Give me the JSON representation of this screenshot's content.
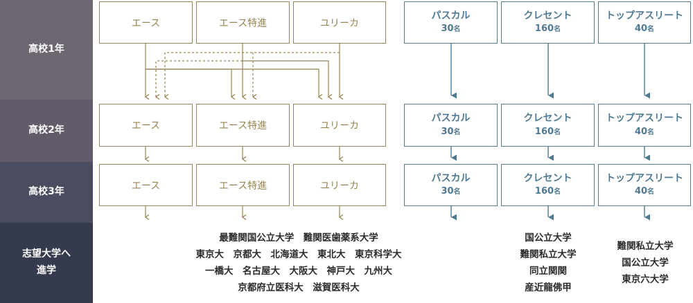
{
  "rows": {
    "year1": "高校1年",
    "year2": "高校2年",
    "year3": "高校3年",
    "dest": [
      "志望大学へ",
      "進学"
    ]
  },
  "courses": {
    "ace": "エース",
    "ace_tokushin": "エース特進",
    "eureka": "ユリーカ",
    "pascal": {
      "name": "パスカル",
      "cap": "30",
      "unit": "名"
    },
    "crescent": {
      "name": "クレセント",
      "cap": "160",
      "unit": "名"
    },
    "top": {
      "name": "トップアスリート",
      "cap": "40",
      "unit": "名"
    }
  },
  "destinations": {
    "gold": [
      "最難関国公立大学　難関医歯薬系大学",
      "東京大　京都大　北海道大　東北大　東京科学大",
      "一橋大　名古屋大　大阪大　神戸大　九州大",
      "京都府立医科大　滋賀医科大"
    ],
    "crescent": [
      "国公立大学",
      "難関私立大学",
      "同立関関",
      "産近龍佛甲"
    ],
    "top": [
      "難関私立大学",
      "国公立大学",
      "東京六大学"
    ]
  },
  "colors": {
    "gold": "#978452",
    "blue": "#4f7991",
    "band1": "#6e6670",
    "band2": "#635b6a",
    "band3": "#4a4d60",
    "band4": "#353a4d"
  }
}
